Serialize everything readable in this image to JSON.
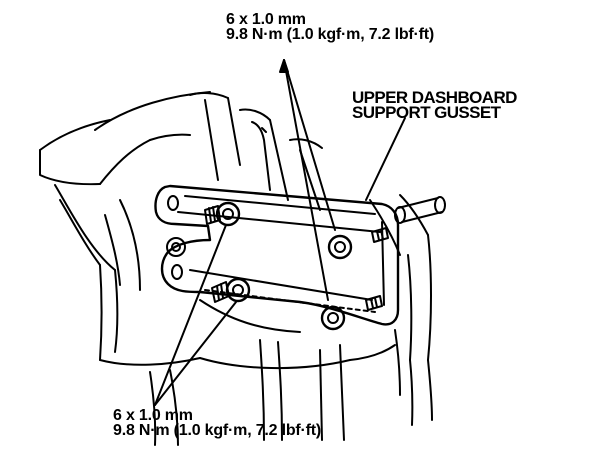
{
  "callouts": {
    "top": {
      "size": "6 x 1.0 mm",
      "torque": "9.8 N·m (1.0 kgf·m, 7.2 lbf·ft)"
    },
    "gusset": {
      "line1": "UPPER DASHBOARD",
      "line2": "SUPPORT GUSSET"
    },
    "bottom": {
      "size": "6 x 1.0 mm",
      "torque": "9.8 N·m (1.0 kgf·m, 7.2 lbf·ft)"
    }
  },
  "colors": {
    "ink": "#000000",
    "paper": "#ffffff"
  }
}
